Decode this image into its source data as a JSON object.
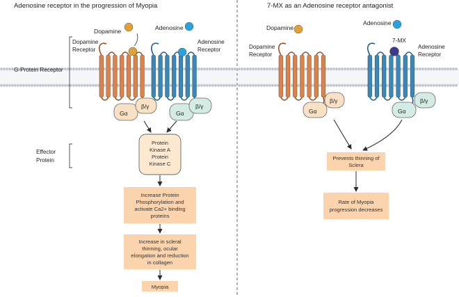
{
  "colors": {
    "dopamine_receptor": "#d9834f",
    "dopamine_receptor_stroke": "#9a4f25",
    "adenosine_receptor": "#3e86b3",
    "adenosine_receptor_stroke": "#225e86",
    "dopamine_ligand": "#e2a137",
    "adenosine_ligand": "#29a3dc",
    "antagonist": "#3d3a8c",
    "membrane_head": "#b7c2cd",
    "g_alpha_orange": "#f9e1c6",
    "g_alpha_teal": "#d4ece4",
    "flow_box": "#fbd4ad",
    "effector_box": "#fde8d0"
  },
  "left_panel": {
    "title": "Adenosine receptor in the progression of Myopia",
    "dopamine_ligand_label": "Dopamine",
    "adenosine_ligand_label": "Adenosine",
    "dopamine_receptor_label": [
      "Dopamine",
      "Receptor"
    ],
    "adenosine_receptor_label": [
      "Adenosine",
      "Receptor"
    ],
    "gpcr_label": "G-Protein Receptor",
    "effector_label": [
      "Effector",
      "Protein"
    ],
    "g_alpha": "Gα",
    "g_beta_gamma": "β/γ",
    "effector_box": [
      "Protein",
      "Kinase A",
      "Protein",
      "Kinase C"
    ],
    "step1": [
      "Increase Protein",
      "Phosphorylation and",
      "activate Ca2+ binding",
      "proteins"
    ],
    "step2": [
      "Increase in scleral",
      "thinning, ocular",
      "elongation and reduction",
      "in collagen"
    ],
    "step3": [
      "Myopia"
    ]
  },
  "right_panel": {
    "title": "7-MX as an Adenosine receptor antagonist",
    "dopamine_ligand_label": "Dopamine",
    "adenosine_ligand_label": "Adenosine",
    "antagonist_label": "7-MX",
    "dopamine_receptor_label": [
      "Dopamine",
      "Receptor"
    ],
    "adenosine_receptor_label": [
      "Adenosine",
      "Receptor"
    ],
    "g_alpha": "Gα",
    "g_beta_gamma": "β/γ",
    "step1": [
      "Prevents thinning of",
      "Sclera"
    ],
    "step2": [
      "Rate of Myopia",
      "progression decreases"
    ]
  }
}
